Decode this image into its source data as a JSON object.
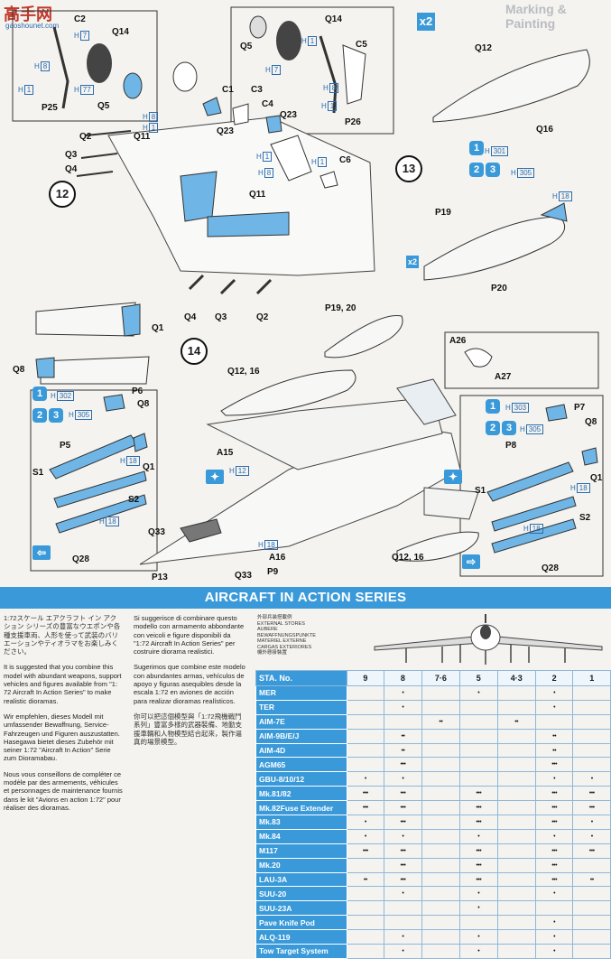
{
  "watermark": "高手网",
  "watermark_url": "gaoshounet.com",
  "header_right": "Marking & Painting",
  "x2_badge": "x2",
  "steps": [
    "12",
    "13",
    "14"
  ],
  "scheme_digits": [
    "1",
    "2",
    "3"
  ],
  "h_codes": {
    "h301": "301",
    "h302": "302",
    "h303": "303",
    "h305": "305",
    "h18": "18",
    "h1": "1",
    "h7": "7",
    "h8": "8",
    "h12": "12",
    "h77": "77"
  },
  "h_prefix": "H",
  "labels": {
    "c2": "C2",
    "q14": "Q14",
    "q5": "Q5",
    "p25": "P25",
    "c1": "C1",
    "c3": "C3",
    "c4": "C4",
    "c5": "C5",
    "p26": "P26",
    "q23": "Q23",
    "q2": "Q2",
    "q11": "Q11",
    "q3": "Q3",
    "q4": "Q4",
    "c6": "C6",
    "q12": "Q12",
    "q16": "Q16",
    "p19": "P19",
    "p20": "P20",
    "q1": "Q1",
    "q8": "Q8",
    "p19_20": "P19, 20",
    "a26": "A26",
    "a27": "A27",
    "q12_16": "Q12, 16",
    "p6": "P6",
    "p5": "P5",
    "s1": "S1",
    "s2": "S2",
    "q28": "Q28",
    "a15": "A15",
    "q33": "Q33",
    "p13": "P13",
    "p9": "P9",
    "a16": "A16",
    "p7": "P7",
    "p8": "P8"
  },
  "banner": "AIRCRAFT IN ACTION SERIES",
  "text_col1": {
    "jp": "1:72スケール エアクラフト イン アクション シリーズの豊富なウエポンや各種支援車両、人形を使って武装のバリエーションやティオラマをお楽しみください。",
    "en": "It is suggested that you combine this model with abundant weapons, support vehicles and figures available from \"1: 72 Aircraft In Action Series\" to make realistic dioramas.",
    "de": "Wir empfehlen, dieses Modell mit umfassender Bewaffnung, Service-Fahrzeugen und Figuren auszustatten. Hasegawa bietet dieses Zubehör mit seiner 1:72 \"Aircraft In Action\" Serie zum Dioramabau.",
    "fr": "Nous vous conseillons de compléter ce modèle par des armements, véhicules et personnages de maintenance fournis dans le kit \"Avions en action 1:72\" pour réaliser des dioramas."
  },
  "text_col2": {
    "it": "Si suggerisce di combinare questo modello con armamento abbondante con veicoli e figure disponibili da \"1:72 Aircraft In Action Series\" per costruire diorama realistici.",
    "es": "Sugerimos que combine este modelo con abundantes armas, vehículos de apoyo y figuras asequibles desde la escala 1:72 en aviones de acción para realizar dioramas realísticos.",
    "zh": "你可以把這個模型與「1:72飛機戰鬥系列」豐富多樣的武器裝備、地勤支援車輛和人物模型結合起來，製作逼真的場景模型。"
  },
  "external_stores": {
    "jp": "外部兵装搭載例",
    "en": "EXTERNAL STORES",
    "fr": "AUBERE",
    "de": "BEWAFFNUNGSPUNKTE",
    "it": "MATERIEL EXTERNE",
    "es": "CARGAS EXTERIORES",
    "zh": "機外懸掛裝置"
  },
  "loadout_table": {
    "header": "STA. No.",
    "stations": [
      "9",
      "8",
      "7·6",
      "5",
      "4·3",
      "2",
      "1"
    ],
    "rows": [
      {
        "name": "MER",
        "cells": [
          "",
          "•",
          "",
          "•",
          "",
          "•",
          ""
        ]
      },
      {
        "name": "TER",
        "cells": [
          "",
          "•",
          "",
          "",
          "",
          "•",
          ""
        ]
      },
      {
        "name": "AIM-7E",
        "cells": [
          "",
          "",
          "••",
          "",
          "••",
          "",
          ""
        ]
      },
      {
        "name": "AIM-9B/E/J",
        "cells": [
          "",
          "••",
          "",
          "",
          "",
          "••",
          ""
        ]
      },
      {
        "name": "AIM-4D",
        "cells": [
          "",
          "••",
          "",
          "",
          "",
          "••",
          ""
        ]
      },
      {
        "name": "AGM65",
        "cells": [
          "",
          "•••",
          "",
          "",
          "",
          "•••",
          ""
        ]
      },
      {
        "name": "GBU-8/10/12",
        "cells": [
          "•",
          "•",
          "",
          "",
          "",
          "•",
          "•"
        ]
      },
      {
        "name": "Mk.81/82",
        "cells": [
          "•••",
          "•••",
          "",
          "•••",
          "",
          "•••",
          "•••"
        ]
      },
      {
        "name": "Mk.82Fuse Extender",
        "cells": [
          "•••",
          "•••",
          "",
          "•••",
          "",
          "•••",
          "•••"
        ]
      },
      {
        "name": "Mk.83",
        "cells": [
          "•",
          "•••",
          "",
          "•••",
          "",
          "•••",
          "•"
        ]
      },
      {
        "name": "Mk.84",
        "cells": [
          "•",
          "•",
          "",
          "•",
          "",
          "•",
          "•"
        ]
      },
      {
        "name": "M117",
        "cells": [
          "•••",
          "•••",
          "",
          "•••",
          "",
          "•••",
          "•••"
        ]
      },
      {
        "name": "Mk.20",
        "cells": [
          "",
          "•••",
          "",
          "•••",
          "",
          "•••",
          ""
        ]
      },
      {
        "name": "LAU-3A",
        "cells": [
          "••",
          "•••",
          "",
          "•••",
          "",
          "•••",
          "••"
        ]
      },
      {
        "name": "SUU-20",
        "cells": [
          "",
          "•",
          "",
          "•",
          "",
          "•",
          ""
        ]
      },
      {
        "name": "SUU-23A",
        "cells": [
          "",
          "",
          "",
          "•",
          "",
          "",
          ""
        ]
      },
      {
        "name": "Pave Knife Pod",
        "cells": [
          "",
          "",
          "",
          "",
          "",
          "•",
          ""
        ]
      },
      {
        "name": "ALQ-119",
        "cells": [
          "",
          "•",
          "",
          "•",
          "",
          "•",
          ""
        ]
      },
      {
        "name": "Tow Target System",
        "cells": [
          "",
          "•",
          "",
          "•",
          "",
          "•",
          ""
        ]
      }
    ]
  },
  "colors": {
    "accent": "#3a9ad9",
    "part_blue": "#6fb6e6",
    "line": "#333333"
  }
}
